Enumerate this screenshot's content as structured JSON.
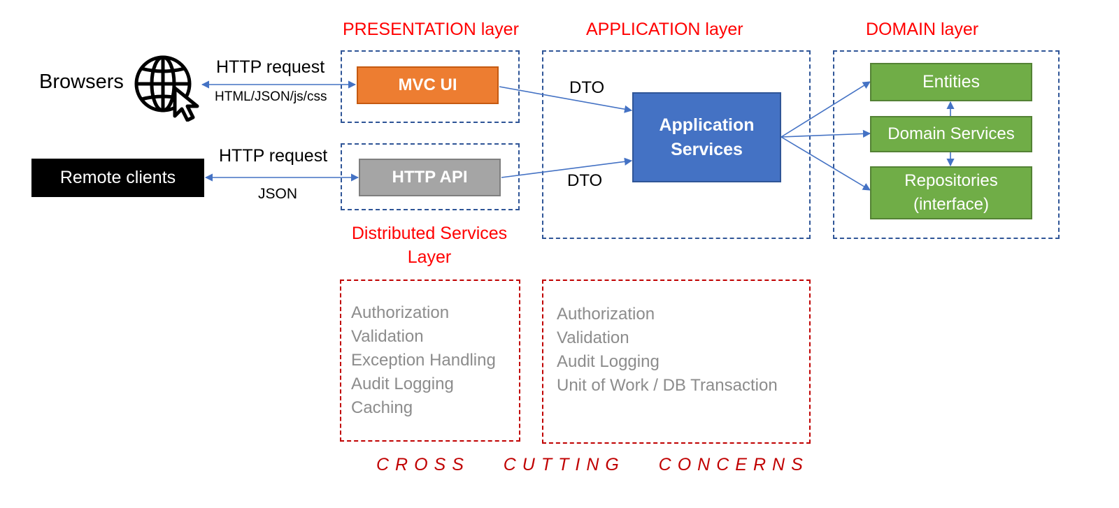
{
  "layers": {
    "presentation": "PRESENTATION layer",
    "application": "APPLICATION layer",
    "domain": "DOMAIN layer",
    "distributed": [
      "Distributed Services",
      "Layer"
    ]
  },
  "clients": {
    "browsers": "Browsers",
    "remote": "Remote clients"
  },
  "edges": {
    "browser_request": "HTTP request",
    "browser_response": "HTML/JSON/js/css",
    "remote_request": "HTTP request",
    "remote_response": "JSON",
    "dto_top": "DTO",
    "dto_bottom": "DTO"
  },
  "nodes": {
    "mvc_ui": "MVC UI",
    "http_api": "HTTP API",
    "app_services": [
      "Application",
      "Services"
    ],
    "entities": "Entities",
    "domain_services": "Domain Services",
    "repositories": [
      "Repositories",
      "(interface)"
    ]
  },
  "concerns": {
    "presentation": [
      "Authorization",
      "Validation",
      "Exception Handling",
      "Audit Logging",
      "Caching"
    ],
    "application": [
      "Authorization",
      "Validation",
      "Audit Logging",
      "Unit of Work / DB Transaction"
    ],
    "footer": "CROSS   CUTTING   CONCERNS"
  },
  "colors": {
    "layer_title": "#ff0000",
    "mvc_ui": "#ed7d31",
    "http_api": "#a5a5a5",
    "app_services": "#4472c4",
    "domain": "#70ad47",
    "remote_clients": "#000000",
    "arrow": "#4472c4",
    "concern_text": "#8c8c8c",
    "concern_border": "#c00000"
  },
  "icons": {
    "browser": "globe-cursor-icon"
  }
}
